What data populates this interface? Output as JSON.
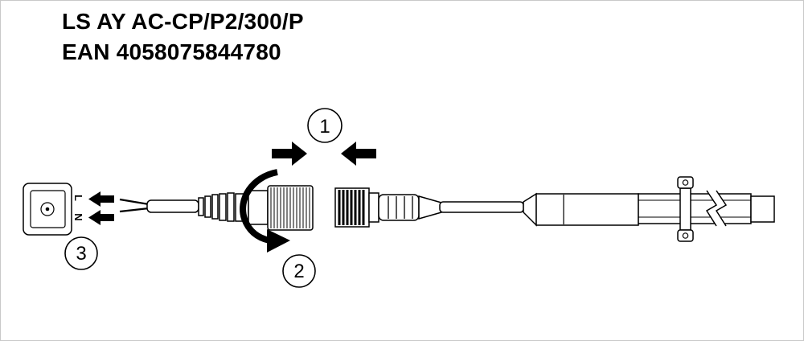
{
  "header": {
    "title": "LS AY AC-CP/P2/300/P",
    "ean": "EAN 4058075844780"
  },
  "diagram": {
    "steps": {
      "step1": "1",
      "step2": "2",
      "step3": "3"
    },
    "terminal": {
      "live": "L",
      "neutral": "N"
    },
    "colors": {
      "line": "#000000",
      "background": "#ffffff",
      "frame": "#c9c9c9"
    }
  }
}
